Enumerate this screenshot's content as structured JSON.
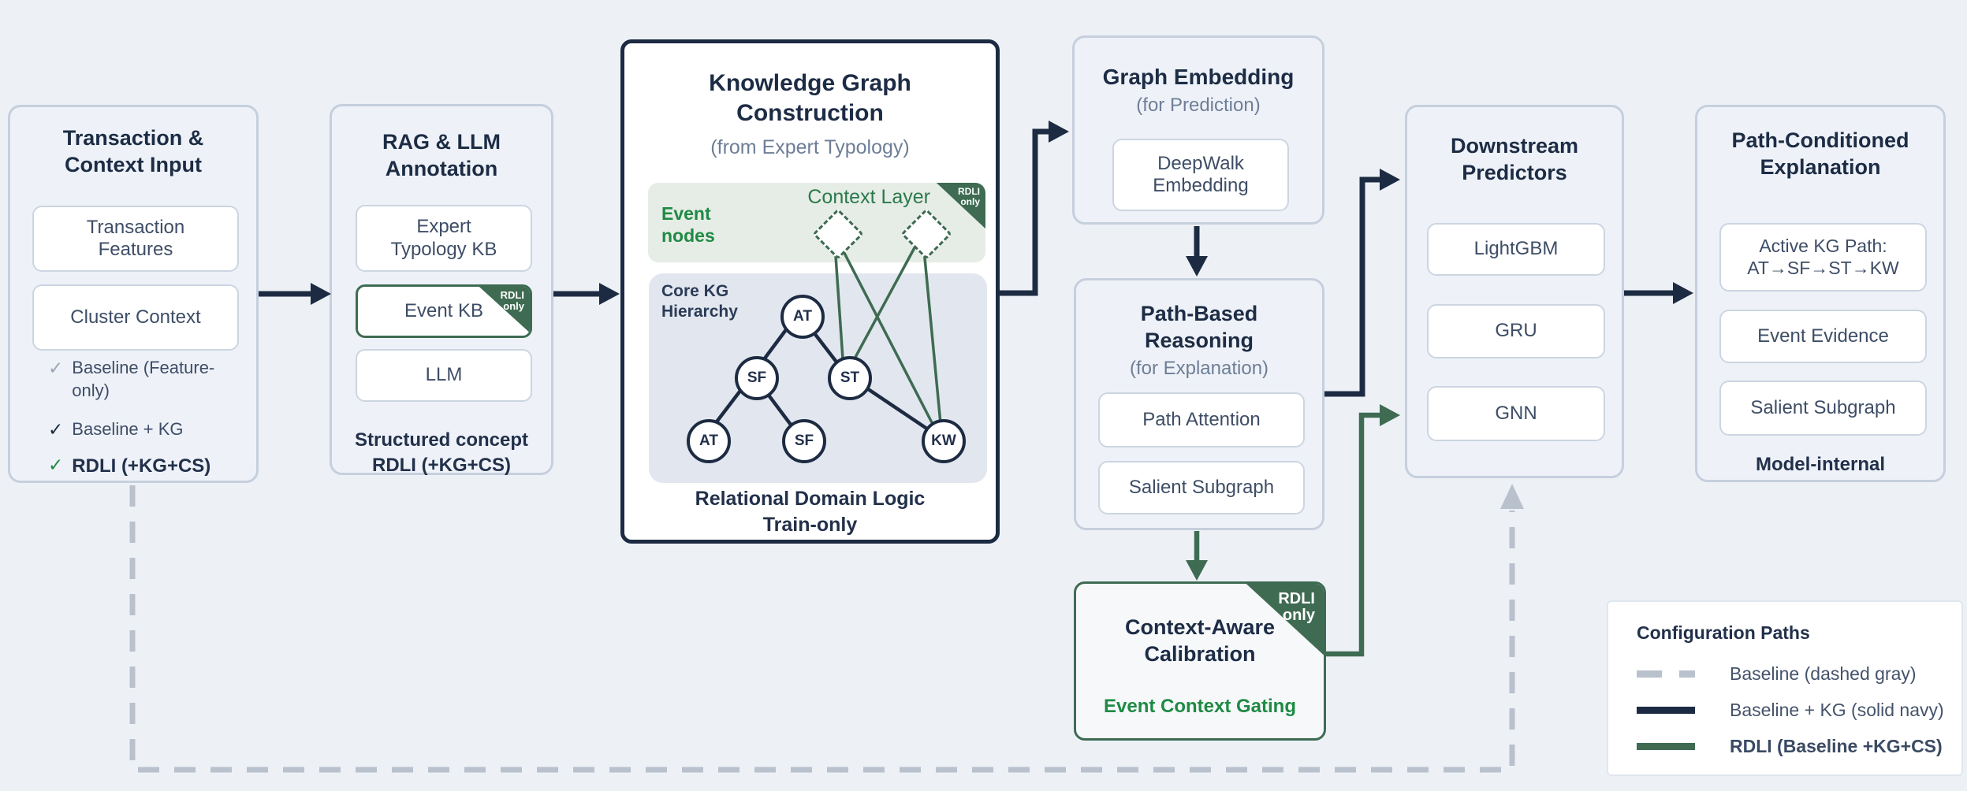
{
  "colors": {
    "background": "#edf1f6",
    "box_fill": "#eef2f8",
    "box_border": "#c6cfdd",
    "navy": "#1d2b42",
    "body_text": "#3e4d66",
    "muted_gray": "#6e7e96",
    "green_dark": "#3e6b52",
    "green_text": "#1f8a44",
    "dash_gray": "#b9c1cd",
    "context_panel_fill": "#e6ece6",
    "core_panel_fill": "#e2e7ef"
  },
  "input_box": {
    "title": "Transaction & Context Input",
    "items": [
      "Transaction Features",
      "Cluster Context"
    ],
    "checklist": [
      {
        "glyph": "✓",
        "label": "Baseline (Feature-only)"
      },
      {
        "glyph": "✓",
        "label": "Baseline + KG"
      },
      {
        "glyph": "✓",
        "label": "RDLI (+KG+CS)"
      }
    ]
  },
  "rag_box": {
    "title": "RAG & LLM Annotation",
    "items": [
      "Expert Typology KB",
      "Event KB",
      "LLM"
    ],
    "tag": {
      "line1": "RDLI",
      "line2": "only"
    },
    "footer_line1": "Structured concept",
    "footer_line2": "RDLI (+KG+CS)"
  },
  "kg_box": {
    "title_line1": "Knowledge Graph",
    "title_line2": "Construction",
    "subtitle": "(from Expert Typology)",
    "context_layer": {
      "label": "Context Layer",
      "side_label_line1": "Event",
      "side_label_line2": "nodes",
      "tag": {
        "line1": "RDLI",
        "line2": "only"
      }
    },
    "core": {
      "label_line1": "Core KG",
      "label_line2": "Hierarchy",
      "nodes": [
        "AT",
        "SF",
        "ST",
        "AT",
        "SF",
        "KW"
      ]
    },
    "footer_line1": "Relational Domain Logic",
    "footer_line2": "Train-only"
  },
  "embedding_box": {
    "title": "Graph Embedding",
    "subtitle": "(for Prediction)",
    "items": [
      "DeepWalk Embedding"
    ]
  },
  "reasoning_box": {
    "title": "Path-Based Reasoning",
    "subtitle": "(for Explanation)",
    "items": [
      "Path Attention",
      "Salient Subgraph"
    ]
  },
  "calibration_box": {
    "title": "Context-Aware Calibration",
    "subtitle": "Event Context Gating",
    "tag": {
      "line1": "RDLI",
      "line2": "only"
    }
  },
  "predictors_box": {
    "title": "Downstream Predictors",
    "items": [
      "LightGBM",
      "GRU",
      "GNN"
    ]
  },
  "explanation_box": {
    "title": "Path-Conditioned Explanation",
    "items": [
      {
        "line1": "Active KG Path:",
        "line2": "AT→SF→ST→KW"
      },
      {
        "line1": "Event Evidence"
      },
      {
        "line1": "Salient Subgraph"
      }
    ],
    "footer": "Model-internal"
  },
  "legend": {
    "title": "Configuration Paths",
    "entries": [
      {
        "label": "Baseline (dashed gray)"
      },
      {
        "label": "Baseline + KG (solid navy)"
      },
      {
        "label": "RDLI (Baseline +KG+CS)"
      }
    ]
  }
}
